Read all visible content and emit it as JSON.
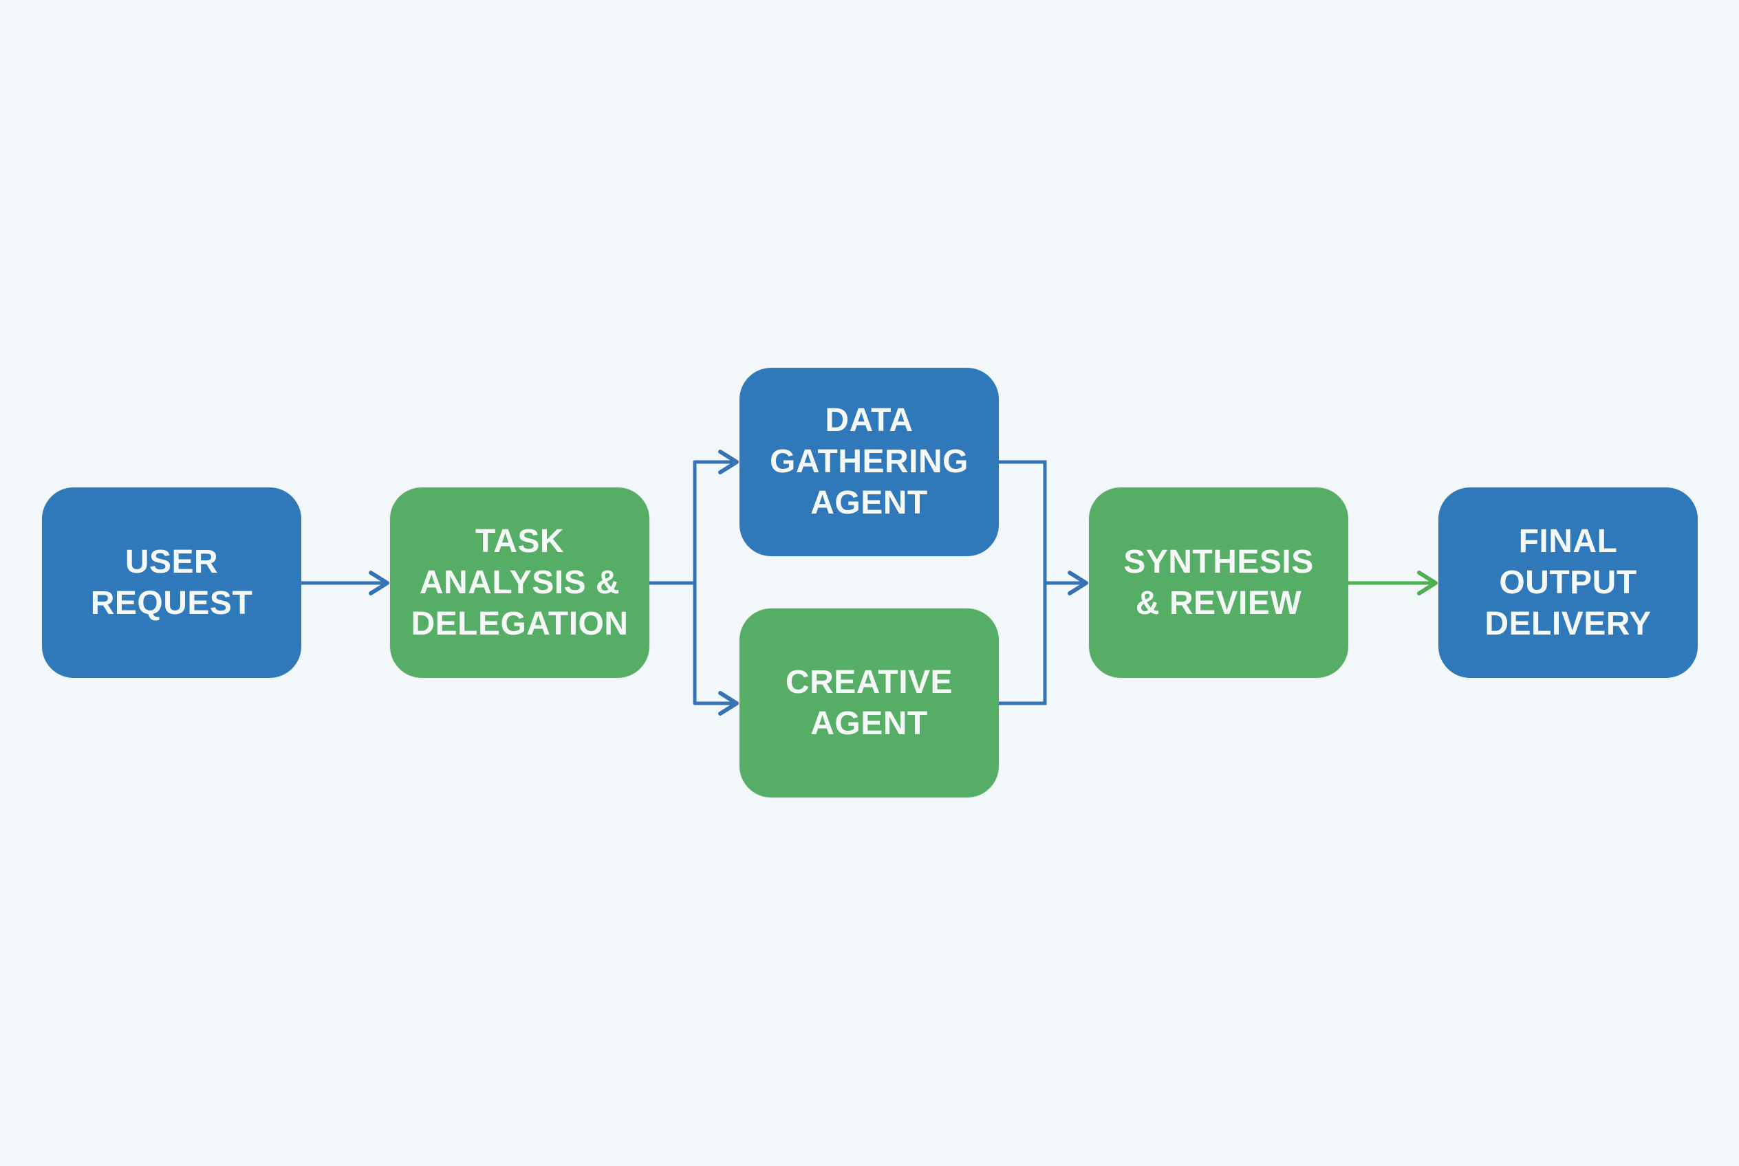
{
  "diagram": {
    "type": "flowchart",
    "direction": "left-to-right",
    "colors": {
      "background": "#f2f7f9",
      "blue_node": "#2f78b9",
      "green_node": "#56ae66",
      "blue_connector": "#3573b5",
      "green_connector": "#4caf50",
      "node_text": "#f4f8f6"
    },
    "nodes": [
      {
        "id": "user",
        "label": "USER\nREQUEST",
        "color": "blue"
      },
      {
        "id": "task",
        "label": "TASK\nANALYSIS &\nDELEGATION",
        "color": "green"
      },
      {
        "id": "data",
        "label": "DATA\nGATHERING\nAGENT",
        "color": "blue"
      },
      {
        "id": "creative",
        "label": "CREATIVE\nAGENT",
        "color": "green"
      },
      {
        "id": "synth",
        "label": "SYNTHESIS\n& REVIEW",
        "color": "green"
      },
      {
        "id": "final",
        "label": "FINAL\nOUTPUT\nDELIVERY",
        "color": "blue"
      }
    ],
    "edges": [
      {
        "from": "user",
        "to": "task",
        "color": "blue"
      },
      {
        "from": "task",
        "to": "data",
        "color": "blue"
      },
      {
        "from": "task",
        "to": "creative",
        "color": "blue"
      },
      {
        "from": "data",
        "to": "synth",
        "color": "blue"
      },
      {
        "from": "creative",
        "to": "synth",
        "color": "blue"
      },
      {
        "from": "synth",
        "to": "final",
        "color": "green"
      }
    ]
  }
}
